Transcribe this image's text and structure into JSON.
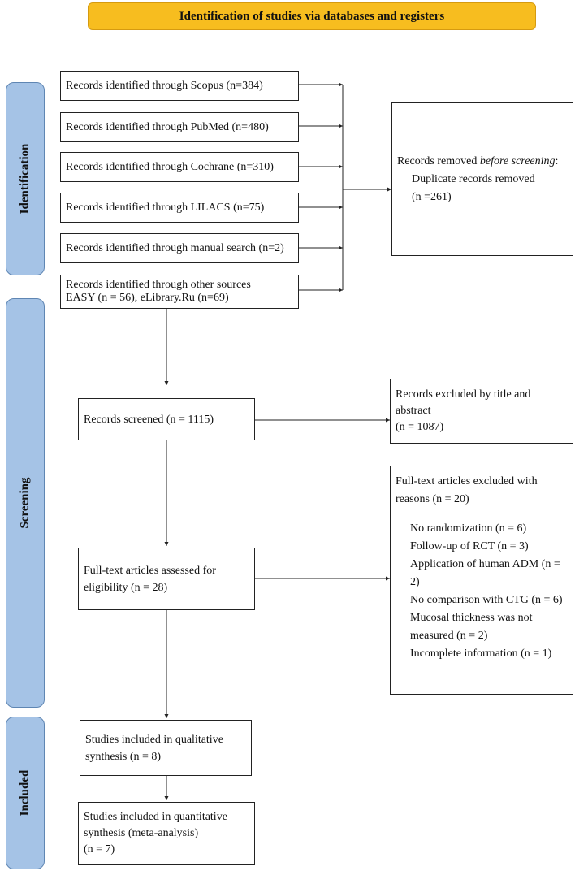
{
  "header": "Identification of studies via databases and registers",
  "stages": {
    "identification": "Identification",
    "screening": "Screening",
    "included": "Included"
  },
  "identification": {
    "sources": [
      "Records identified through Scopus (n=384)",
      "Records identified through PubMed (n=480)",
      "Records identified through Cochrane (n=310)",
      "Records identified through LILACS (n=75)",
      "Records identified through manual search (n=2)"
    ],
    "other_sources": {
      "line1": "Records identified through other sources",
      "line2": "EASY (n =  56), eLibrary.Ru (n=69)"
    },
    "removed": {
      "prefix": "Records removed ",
      "italic": "before screening",
      "suffix": ":",
      "line2": "Duplicate records removed",
      "line3": "(n =261)"
    }
  },
  "screening": {
    "screened": "Records screened (n = 1115)",
    "excluded": {
      "line1": "Records excluded by title and abstract",
      "line2": "(n = 1087)"
    },
    "fulltext": "Full-text articles assessed for eligibility (n = 28)",
    "fulltext_excluded": {
      "title": "Full-text articles excluded with reasons (n = 20)",
      "reasons": [
        "No randomization (n = 6)",
        "Follow-up of RCT (n = 3)",
        "Application of human ADM (n = 2)",
        "No comparison with CTG (n = 6)",
        "Mucosal thickness was not measured (n = 2)",
        "Incomplete information (n = 1)"
      ]
    }
  },
  "included": {
    "qualitative": "Studies included in qualitative synthesis (n = 8)",
    "quantitative": {
      "line1": "Studies included in quantitative synthesis (meta-analysis)",
      "line2": "(n = 7)"
    }
  }
}
